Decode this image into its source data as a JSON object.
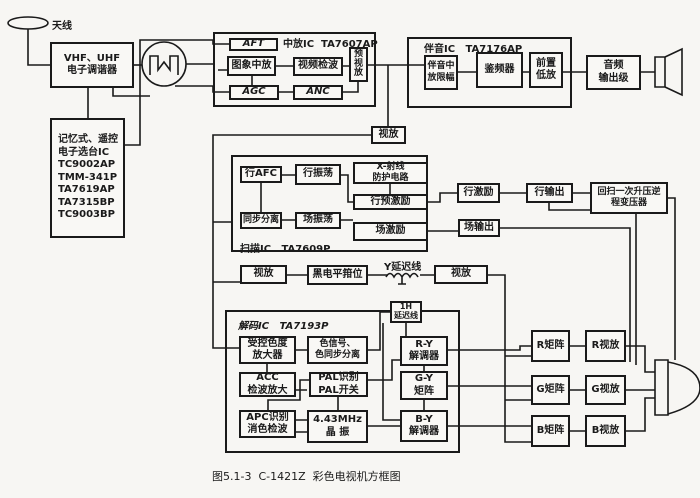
{
  "antenna": {
    "label": "天线"
  },
  "tuner": {
    "label": "VHF、UHF\n电子调谐器"
  },
  "memory_ic": {
    "label": "记忆式、遥控\n电子选台IC\nTC9002AP\nTMM-341P\nTA7619AP\nTA7315BP\nTC9003BP"
  },
  "if_ic": {
    "title": "中放IC  TA7607AP",
    "aft": "AFT",
    "pic_if": "图象中放",
    "video_det": "视频检波",
    "pre_amp": "预\n视\n放",
    "agc": "AGC",
    "anc": "ANC"
  },
  "sound_ic": {
    "title": "伴音IC   TA7176AP",
    "sound_if": "伴音中\n放限幅",
    "discriminator": "鉴频器",
    "pre_amp": "前置\n低放",
    "audio_out": "音频\n输出级"
  },
  "video_amp_1": "视放",
  "scan_ic": {
    "title": "扫描IC   TA7609P",
    "h_afc": "行AFC",
    "h_osc": "行振荡",
    "xray": "X-射线\n防护电路",
    "h_predrive": "行预激励",
    "sync_sep": "同步分离",
    "v_osc": "场振荡",
    "v_drive": "场激励"
  },
  "h_drive": "行激励",
  "h_out": "行输出",
  "flyback": "回扫一次升压逆\n程变压器",
  "v_out": "场输出",
  "luma": {
    "video_amp_a": "视放",
    "black_clamp": "黑电平箝位",
    "y_delay": "Y延迟线",
    "video_amp_b": "视放"
  },
  "delay_1h": "1H\n延迟线",
  "decoder_ic": {
    "title": "解码IC   TA7193P",
    "chroma_amp": "受控色度\n放大器",
    "chroma_sep": "色信号、\n色同步分离",
    "ry_demod": "R-Y\n解调器",
    "acc": "ACC\n检波放大",
    "pal": "PAL识别\nPAL开关",
    "gy_matrix": "G-Y\n矩阵",
    "apc": "APC识别\n消色检波",
    "xtal": "4.43MHz\n晶  振",
    "by_demod": "B-Y\n解调器"
  },
  "rgb": {
    "r_matrix": "R矩阵",
    "r_amp": "R视放",
    "g_matrix": "G矩阵",
    "g_amp": "G视放",
    "b_matrix": "B矩阵",
    "b_amp": "B视放"
  },
  "caption": "图5.1-3  C-1421Z  彩色电视机方框图"
}
